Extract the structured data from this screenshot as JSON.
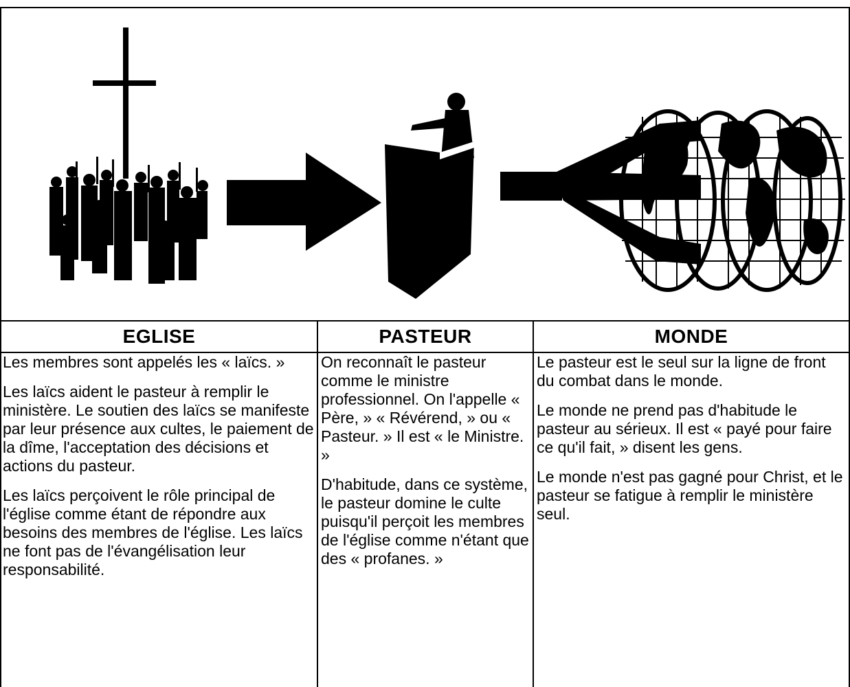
{
  "columns": [
    {
      "header": "EGLISE",
      "paragraphs": [
        "Les membres sont appelés les « laïcs. »",
        "Les laïcs aident le pasteur à remplir le ministère. Le soutien des laïcs se manifeste par leur présence aux cultes, le paiement de la dîme, l'acceptation des décisions et actions du pasteur.",
        "Les laïcs perçoivent le rôle principal de l'église comme étant de répondre aux besoins des membres de l'église. Les laïcs  ne font pas de l'évangélisation leur responsabilité."
      ]
    },
    {
      "header": "PASTEUR",
      "paragraphs": [
        "On reconnaît le pasteur comme le ministre professionnel. On l'appelle « Père, » « Révérend, » ou « Pasteur. » Il est « le Ministre. »",
        "D'habitude, dans ce système, le pasteur domine le culte puisqu'il perçoit les membres de l'église comme n'étant que des « profanes. »"
      ]
    },
    {
      "header": "MONDE",
      "paragraphs": [
        "Le pasteur est le seul sur la ligne de front du combat dans le monde.",
        "Le monde ne prend pas d'habitude le pasteur au sérieux. Il est « payé pour faire ce qu'il fait, » disent les gens.",
        "Le monde n'est pas gagné pour Christ, et le pasteur se fatigue à remplir le ministère seul."
      ]
    }
  ],
  "illustration": {
    "icons": [
      "crowd-with-cross-icon",
      "arrow-right-icon",
      "preacher-at-pulpit-icon",
      "splitting-arrows-icon",
      "world-map-globe-icon"
    ]
  }
}
